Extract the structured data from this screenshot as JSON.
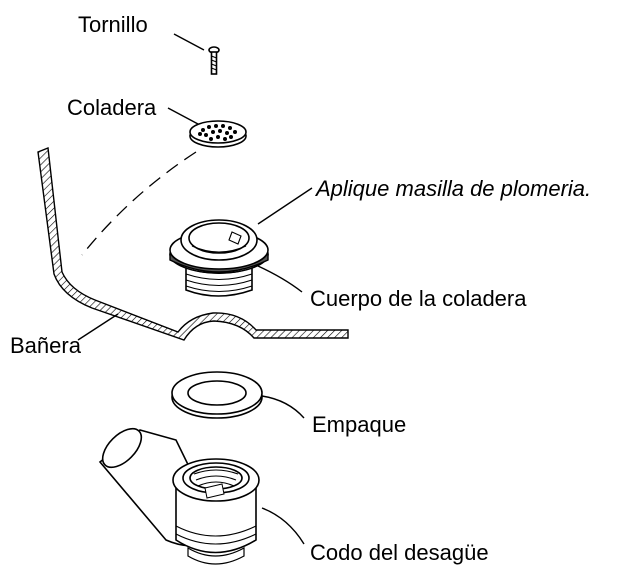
{
  "labels": {
    "screw": "Tornillo",
    "strainer": "Coladera",
    "putty": "Aplique masilla de plomeria.",
    "strainer_body": "Cuerpo de la coladera",
    "tub": "Bañera",
    "gasket": "Empaque",
    "drain_elbow": "Codo del desagüe"
  }
}
